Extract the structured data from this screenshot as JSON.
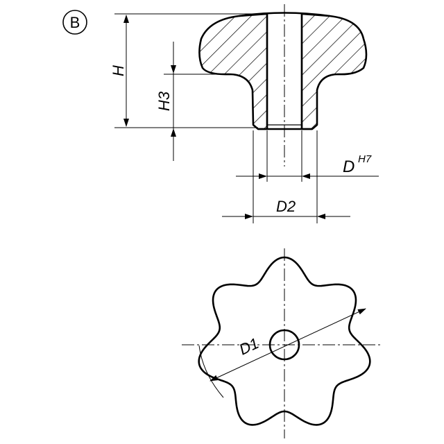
{
  "variant": {
    "letter": "B"
  },
  "dimensions": {
    "H": "H",
    "H3": "H3",
    "D": "D",
    "D_tolerance": "H7",
    "D2": "D2",
    "D1": "D1"
  }
}
